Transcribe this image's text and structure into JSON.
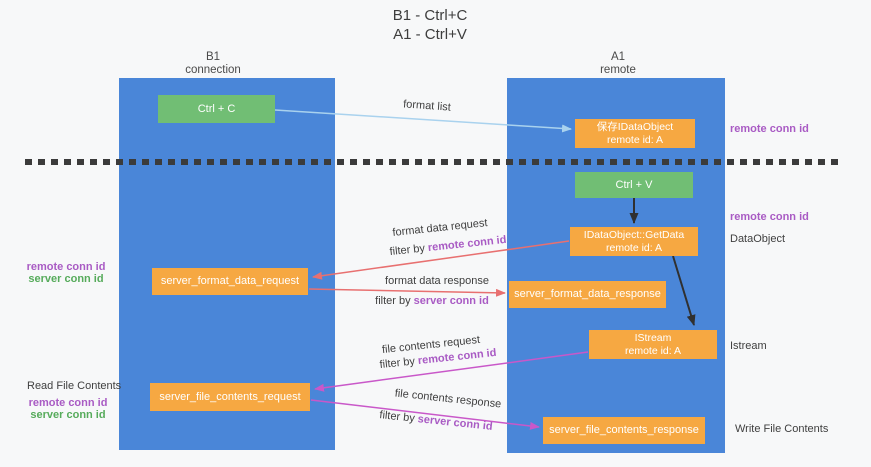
{
  "title": {
    "line1": "B1 - Ctrl+C",
    "line2": "A1 - Ctrl+V"
  },
  "columns": {
    "left": {
      "header_line1": "B1",
      "header_line2": "connection"
    },
    "right": {
      "header_line1": "A1",
      "header_line2": "remote"
    }
  },
  "boxes": {
    "ctrl_c": "Ctrl + C",
    "ctrl_v": "Ctrl + V",
    "save_idataobject_line1": "保存IDataObject",
    "save_idataobject_line2": "remote id: A",
    "getdata_line1": "IDataObject::GetData",
    "getdata_line2": "remote id: A",
    "istream_line1": "IStream",
    "istream_line2": "remote id: A",
    "server_format_data_request": "server_format_data_request",
    "server_format_data_response": "server_format_data_response",
    "server_file_contents_request": "server_file_contents_request",
    "server_file_contents_response": "server_file_contents_response"
  },
  "flow": {
    "format_list": "format list",
    "format_data_request": "format data request",
    "format_data_response": "format data response",
    "file_contents_request": "file contents request",
    "file_contents_response": "file contents response",
    "filter_by": "filter by",
    "remote_conn_id": "remote conn id",
    "server_conn_id": "server conn id"
  },
  "side": {
    "remote_conn_id_top_right": "remote conn id",
    "remote_conn_id_mid_right": "remote conn id",
    "dataobject": "DataObject",
    "istream": "Istream",
    "write_file_contents": "Write File Contents",
    "read_file_contents": "Read File Contents",
    "remote_conn_id_left_upper": "remote conn id",
    "server_conn_id_left_upper": "server conn id",
    "remote_conn_id_left_lower": "remote conn id",
    "server_conn_id_left_lower": "server conn id"
  },
  "colors": {
    "column_blue": "#4a86d8",
    "box_orange": "#f6a842",
    "box_green": "#71be74",
    "arrow_lightblue": "#a9d2ee",
    "arrow_salmon": "#e87070",
    "arrow_magenta": "#c958c9",
    "arrow_black": "#303030",
    "text_purple": "#a95bc4",
    "text_green": "#56ab5b",
    "text_dark": "#3f3f3f",
    "background": "#f7f8f9"
  }
}
